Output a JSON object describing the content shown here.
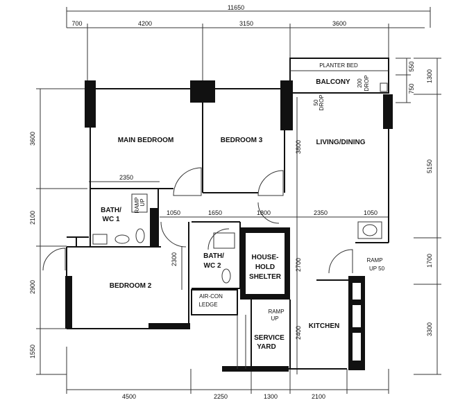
{
  "dimensions": {
    "overall_width": "11650",
    "top": [
      "700",
      "4200",
      "3150",
      "3600"
    ],
    "bottom": [
      "4500",
      "2250",
      "1300",
      "2100"
    ],
    "left": [
      "3600",
      "2100",
      "2900",
      "1550"
    ],
    "right_inner": [
      "550",
      "750"
    ],
    "right": [
      "1300",
      "5150",
      "1700",
      "3300"
    ],
    "internal": {
      "d2350_a": "2350",
      "d1050_a": "1050",
      "d1650": "1650",
      "d1800": "1800",
      "d2350_b": "2350",
      "d1050_b": "1050",
      "d3800": "3800",
      "d2300": "2300",
      "d2700": "2700",
      "d2400": "2400",
      "d50": "50",
      "d200": "200"
    }
  },
  "rooms": {
    "planter_bed": "PLANTER BED",
    "balcony": "BALCONY",
    "main_bedroom": "MAIN BEDROOM",
    "bedroom_3": "BEDROOM 3",
    "living_dining": "LIVING/DINING",
    "bath_wc1": [
      "BATH/",
      "WC 1"
    ],
    "bath_wc2": [
      "BATH/",
      "WC 2"
    ],
    "household_shelter": [
      "HOUSE-",
      "HOLD",
      "SHELTER"
    ],
    "bedroom_2": "BEDROOM 2",
    "aircon_ledge": [
      "AIR-CON",
      "LEDGE"
    ],
    "service_yard": [
      "SERVICE",
      "YARD"
    ],
    "kitchen": "KITCHEN"
  },
  "labels": {
    "ramp_up_1": [
      "RAMP",
      "UP"
    ],
    "ramp_up_2": [
      "RAMP",
      "UP"
    ],
    "ramp_up_50": [
      "RAMP",
      "UP 50"
    ],
    "drop_50": [
      "50",
      "DROP"
    ],
    "drop_200": [
      "200",
      "DROP"
    ]
  }
}
